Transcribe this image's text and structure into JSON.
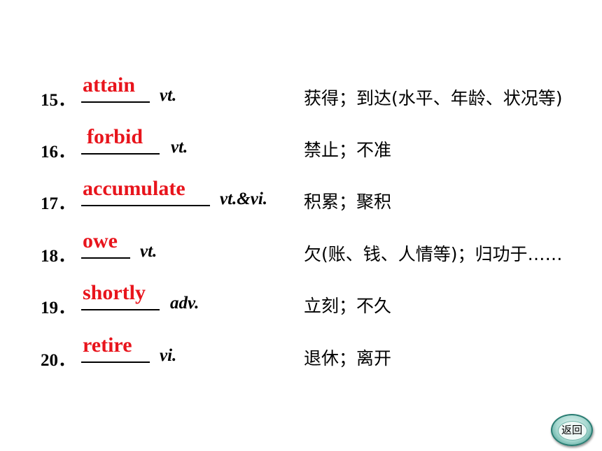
{
  "entries": [
    {
      "number": "15．",
      "answer": "attain",
      "pos": "vt.",
      "meaning": "获得；到达(水平、年龄、状况等)"
    },
    {
      "number": "16．",
      "answer": "forbid",
      "pos": "vt.",
      "meaning": "禁止；不准"
    },
    {
      "number": "17．",
      "answer": "accumulate",
      "pos": "vt.&vi.",
      "meaning": "积累；聚积"
    },
    {
      "number": "18．",
      "answer": "owe",
      "pos": "vt.",
      "meaning": "欠(账、钱、人情等)；归功于……"
    },
    {
      "number": "19．",
      "answer": "shortly",
      "pos": "adv.",
      "meaning": "立刻；不久"
    },
    {
      "number": "20．",
      "answer": "retire",
      "pos": "vi.",
      "meaning": "退休；离开"
    }
  ],
  "navigation": {
    "back_label": "返回"
  }
}
